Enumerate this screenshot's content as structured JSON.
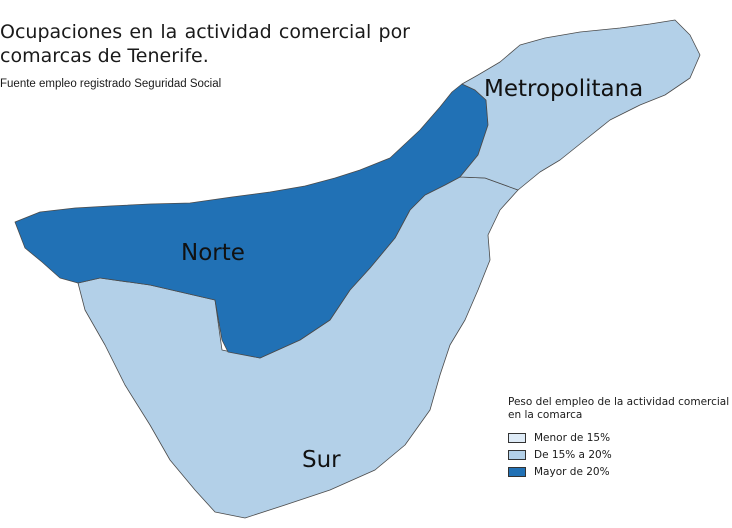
{
  "map": {
    "title": "Ocupaciones en la actividad comercial por comarcas de Tenerife.",
    "source": "Fuente empleo registrado Seguridad Social",
    "regions": [
      {
        "id": "metropolitana",
        "label": "Metropolitana",
        "class": "De 15% a 20%",
        "color": "#b3d0e8"
      },
      {
        "id": "norte",
        "label": "Norte",
        "class": "Mayor de 20%",
        "color": "#2171b5"
      },
      {
        "id": "sur",
        "label": "Sur",
        "class": "De 15% a 20%",
        "color": "#b3d0e8"
      }
    ],
    "legend": {
      "title": "Peso del empleo de la actividad comercial en la comarca",
      "items": [
        {
          "label": "Menor de 15%",
          "color": "#deebf7"
        },
        {
          "label": "De 15% a 20%",
          "color": "#b3d0e8"
        },
        {
          "label": "Mayor de 20%",
          "color": "#2171b5"
        }
      ]
    }
  }
}
